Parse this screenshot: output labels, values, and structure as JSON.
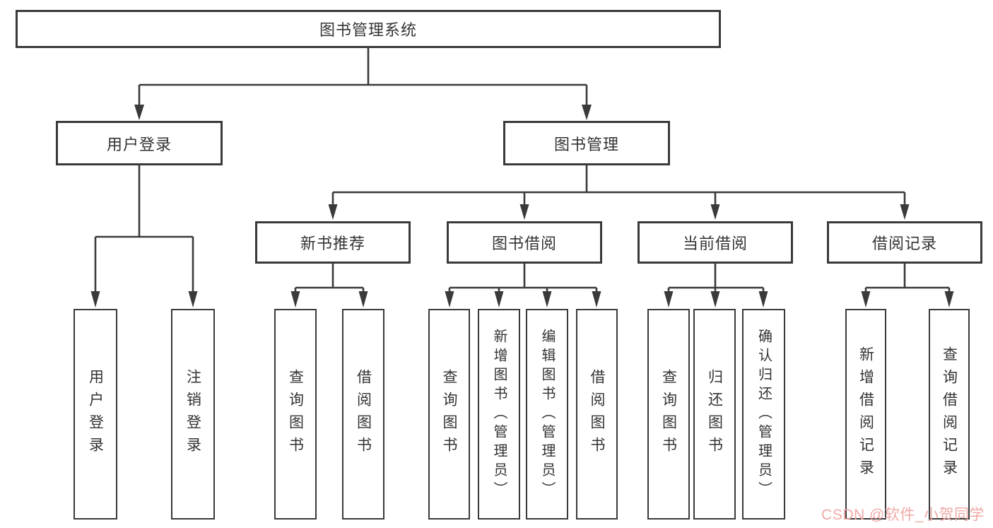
{
  "colors": {
    "line": "#3a3a3a",
    "text": "#333333",
    "box_fill": "#ffffff",
    "background": "#ffffff",
    "watermark": "#efa9a6"
  },
  "watermark": {
    "text": "CSDN @软件_小贺同学"
  },
  "tree": {
    "label": "图书管理系统",
    "children": [
      {
        "label": "用户登录",
        "children": [
          {
            "label": "用户登录"
          },
          {
            "label": "注销登录"
          }
        ]
      },
      {
        "label": "图书管理",
        "children": [
          {
            "label": "新书推荐",
            "children": [
              {
                "label": "查询图书"
              },
              {
                "label": "借阅图书"
              }
            ]
          },
          {
            "label": "图书借阅",
            "children": [
              {
                "label": "查询图书"
              },
              {
                "label": "新增图书（管理员）"
              },
              {
                "label": "编辑图书（管理员）"
              },
              {
                "label": "借阅图书"
              }
            ]
          },
          {
            "label": "当前借阅",
            "children": [
              {
                "label": "查询图书"
              },
              {
                "label": "归还图书"
              },
              {
                "label": "确认归还（管理员）"
              }
            ]
          },
          {
            "label": "借阅记录",
            "children": [
              {
                "label": "新增借阅记录"
              },
              {
                "label": "查询借阅记录"
              }
            ]
          }
        ]
      }
    ]
  }
}
